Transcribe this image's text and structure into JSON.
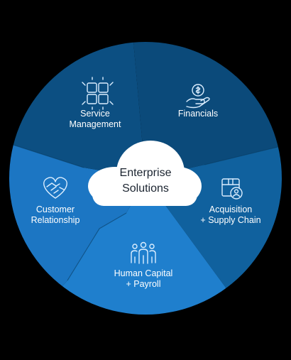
{
  "center": {
    "line1": "Enterprise",
    "line2": "Solutions"
  },
  "segments": [
    {
      "id": "service-management",
      "icon": "puzzle-hands-icon",
      "line1": "Service",
      "line2": "Management",
      "color": "#0c4f82"
    },
    {
      "id": "financials",
      "icon": "hand-coin-icon",
      "line1": "Financials",
      "line2": "",
      "color": "#0b4a7a"
    },
    {
      "id": "acquisition-supply-chain",
      "icon": "package-user-icon",
      "line1": "Acquisition",
      "line2": "+ Supply Chain",
      "color": "#10619e"
    },
    {
      "id": "human-capital-payroll",
      "icon": "people-group-icon",
      "line1": "Human Capital",
      "line2": "+ Payroll",
      "color": "#1f7fcd"
    },
    {
      "id": "customer-relationship",
      "icon": "heart-handshake-icon",
      "line1": "Customer",
      "line2": "Relationship",
      "color": "#1c76c3"
    }
  ],
  "colors": {
    "background": "#000000",
    "icon_stroke": "#dbeeff",
    "cloud": "#ffffff",
    "text": "#ffffff",
    "center_text": "#1b2430"
  }
}
